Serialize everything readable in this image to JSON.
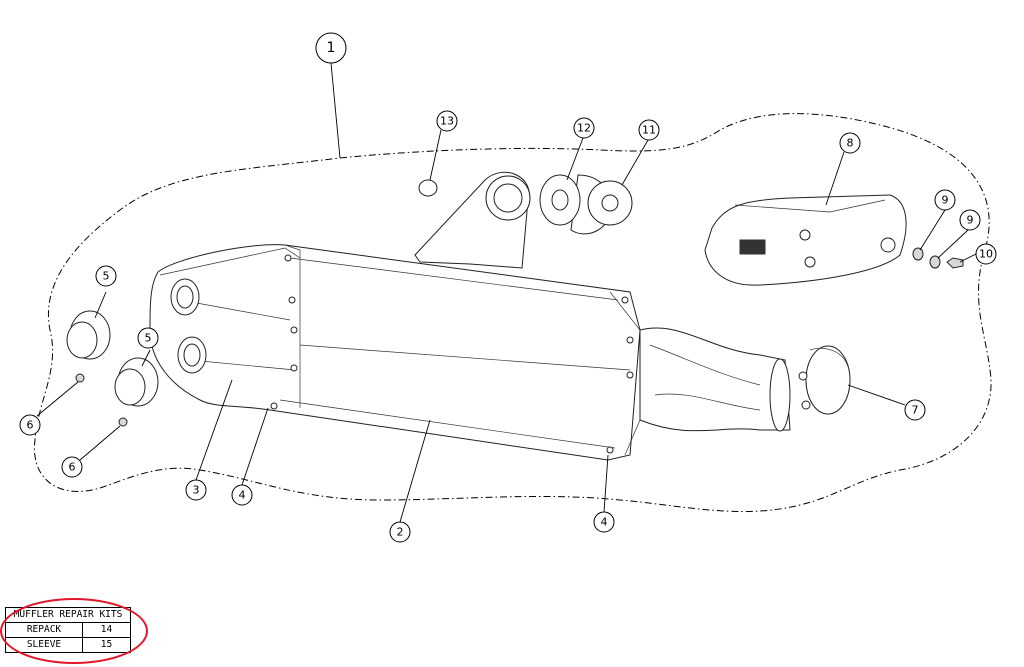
{
  "callouts": [
    {
      "id": "c1",
      "label": "1"
    },
    {
      "id": "c2",
      "label": "2"
    },
    {
      "id": "c3",
      "label": "3"
    },
    {
      "id": "c4a",
      "label": "4"
    },
    {
      "id": "c4b",
      "label": "4"
    },
    {
      "id": "c5a",
      "label": "5"
    },
    {
      "id": "c5b",
      "label": "5"
    },
    {
      "id": "c6a",
      "label": "6"
    },
    {
      "id": "c6b",
      "label": "6"
    },
    {
      "id": "c7",
      "label": "7"
    },
    {
      "id": "c8",
      "label": "8"
    },
    {
      "id": "c9a",
      "label": "9"
    },
    {
      "id": "c9b",
      "label": "9"
    },
    {
      "id": "c10",
      "label": "10"
    },
    {
      "id": "c11",
      "label": "11"
    },
    {
      "id": "c12",
      "label": "12"
    },
    {
      "id": "c13",
      "label": "13"
    }
  ],
  "repair_kits": {
    "title": "MUFFLER REPAIR KITS",
    "rows": [
      {
        "name": "REPACK",
        "code": "14"
      },
      {
        "name": "SLEEVE",
        "code": "15"
      }
    ]
  },
  "colors": {
    "highlight": "#e0182a",
    "line": "#000000"
  }
}
